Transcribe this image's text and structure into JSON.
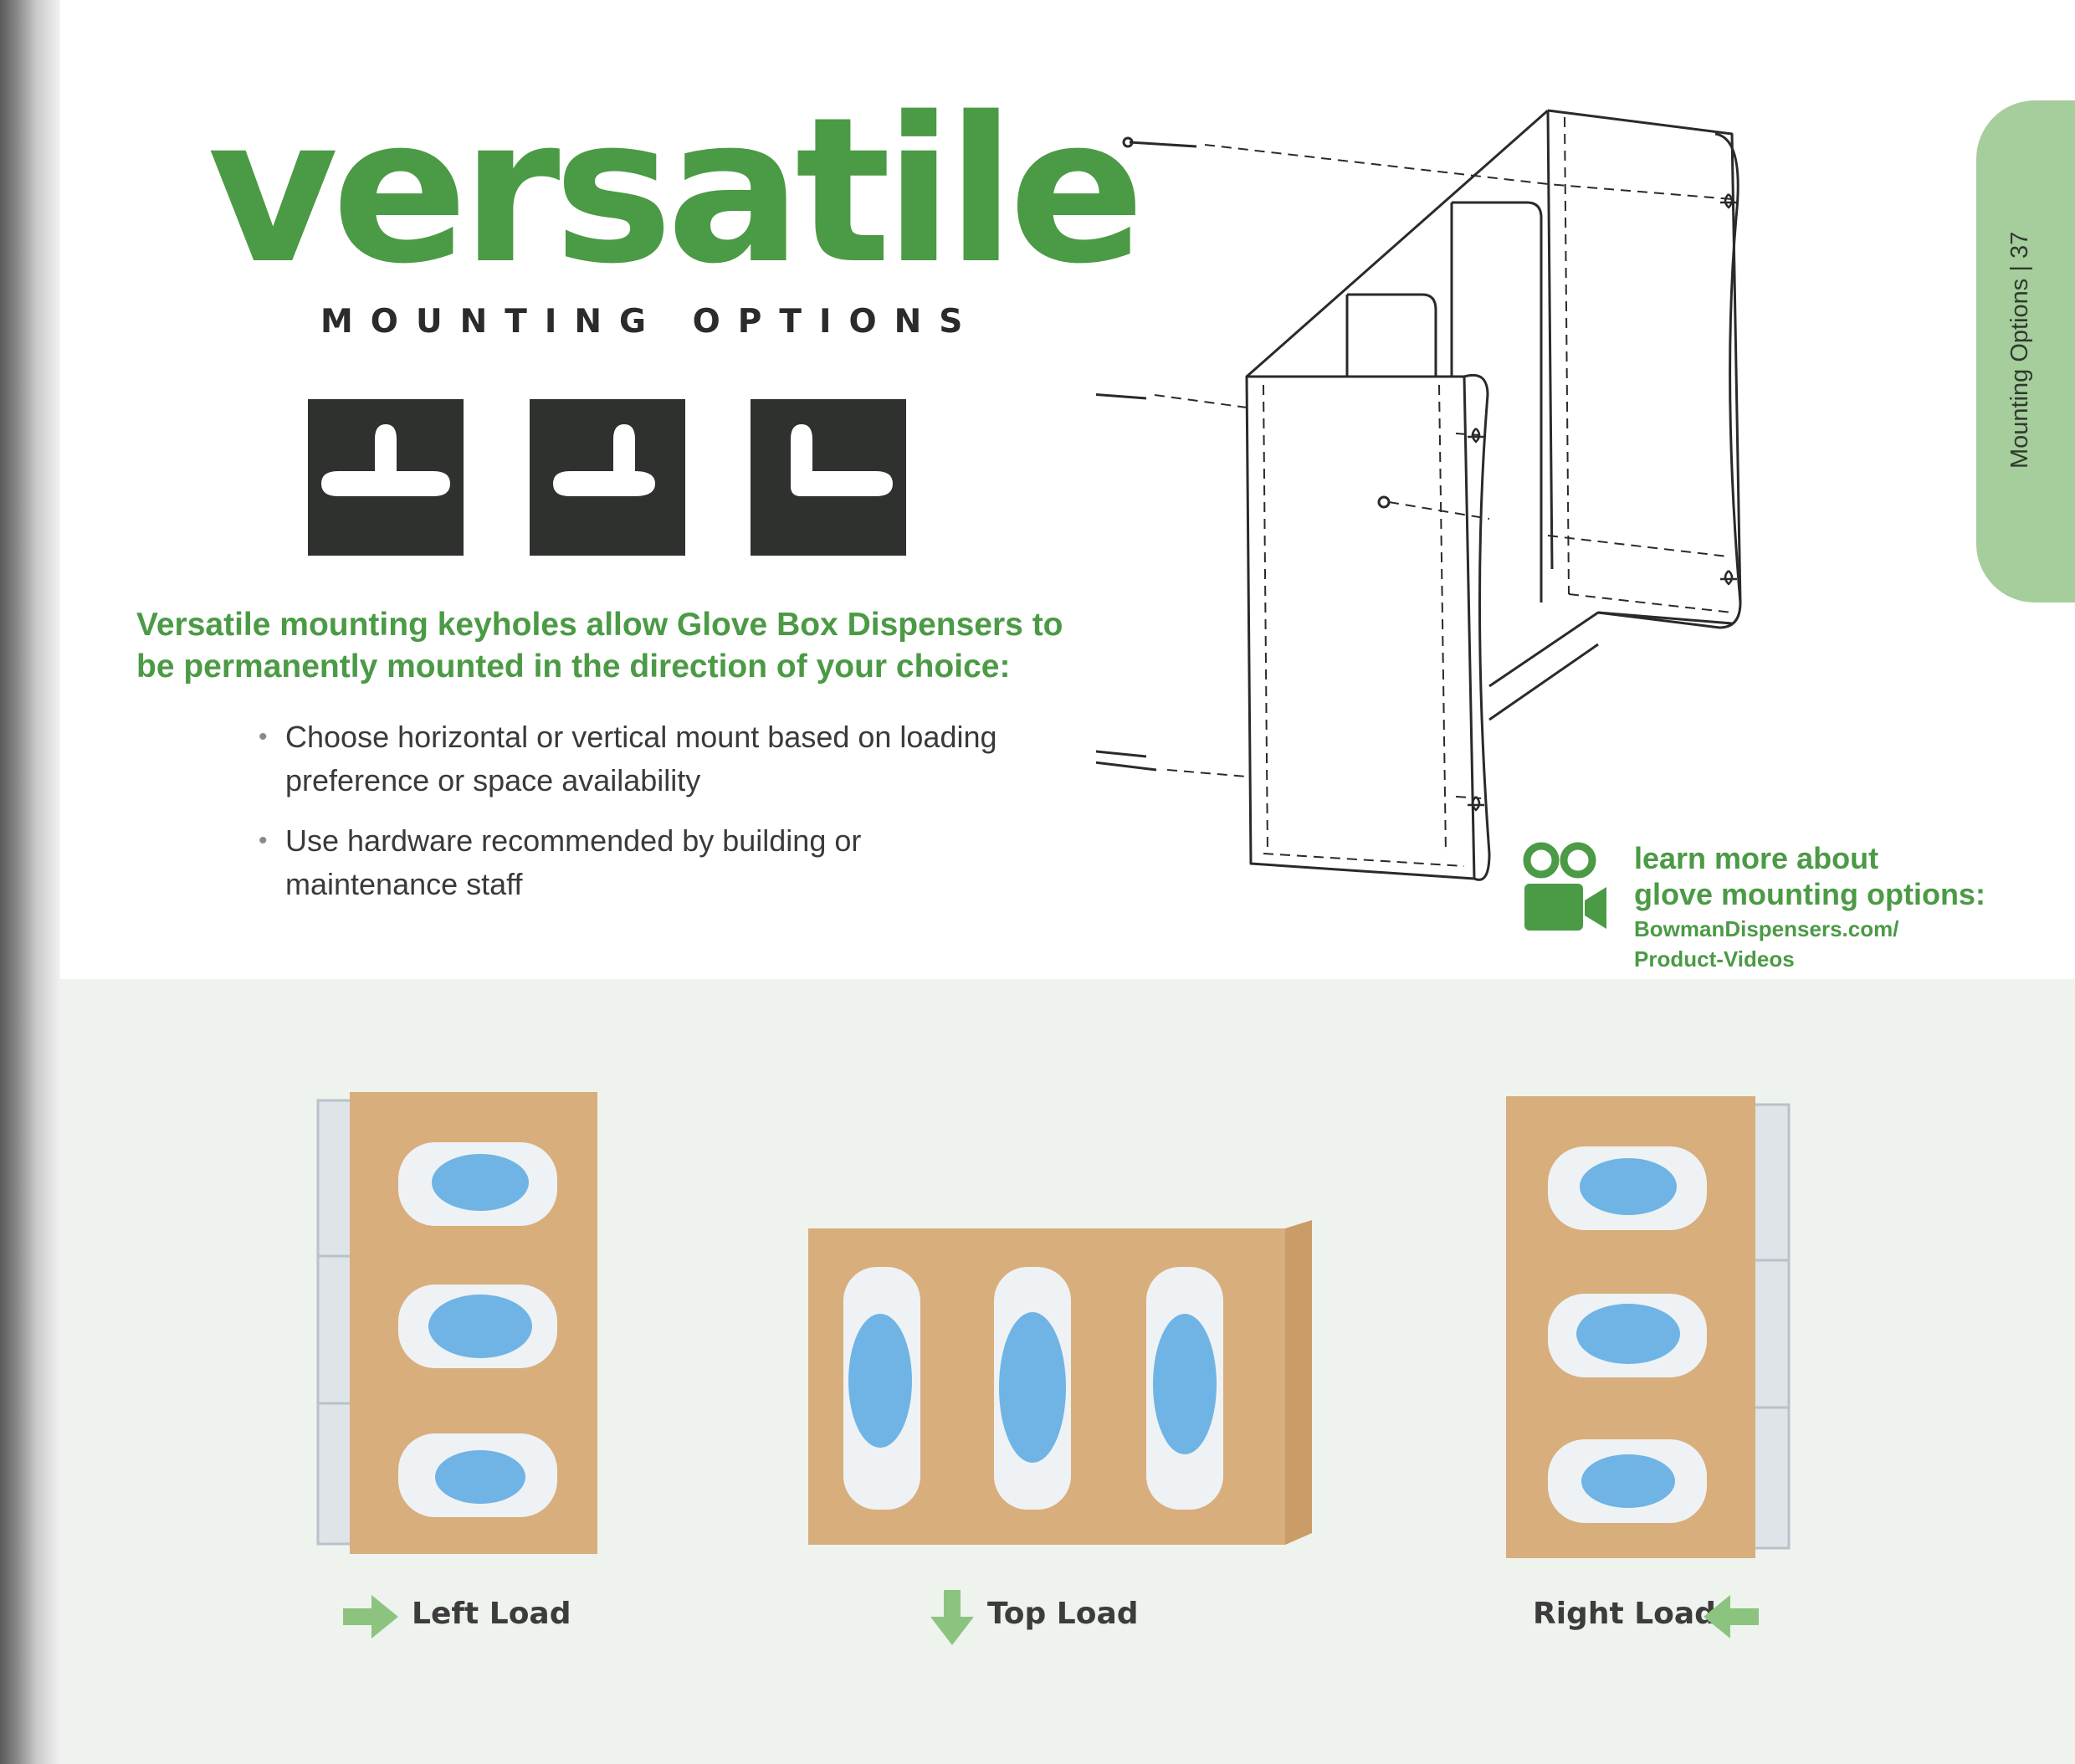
{
  "page": {
    "title": "versatile",
    "subtitle": "MOUNTING OPTIONS",
    "keyhole_icons": [
      "keyhole-horizontal-icon",
      "keyhole-left-icon",
      "keyhole-vertical-icon"
    ],
    "lead_text": "Versatile mounting keyholes allow Glove Box Dispensers to be permanently mounted in the direction of your choice:",
    "bullets": [
      "Choose horizontal or vertical mount based on loading preference or space availability",
      "Use hardware recommended by building or maintenance staff"
    ],
    "learn_more": {
      "heading_line1": "learn more about",
      "heading_line2": "glove mounting options:",
      "url_line1": "BowmanDispensers.com/",
      "url_line2": "Product-Videos",
      "icon": "video-camera-icon"
    },
    "side_tab": {
      "label": "Mounting Options  |  37"
    },
    "products": [
      {
        "label": "Left Load",
        "arrow": "arrow-right-icon"
      },
      {
        "label": "Top Load",
        "arrow": "arrow-down-icon"
      },
      {
        "label": "Right Load",
        "arrow": "arrow-left-icon"
      }
    ],
    "colors": {
      "brand_green": "#4b9a45",
      "tab_green": "#a6cd9c",
      "arrow_green": "#8cc47f",
      "band_background": "#eef3ee",
      "wood": "#d8ae7c",
      "glove_blue": "#6fb4e4"
    }
  }
}
